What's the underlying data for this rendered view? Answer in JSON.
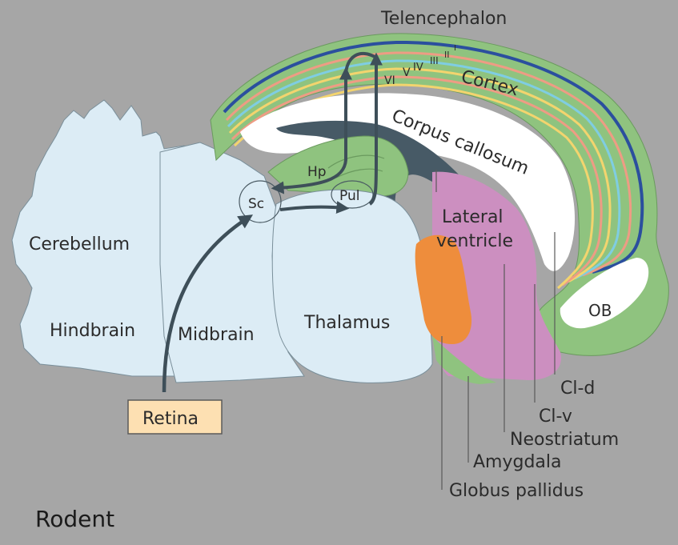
{
  "labels": {
    "telencephalon": "Telencephalon",
    "cortex": "Cortex",
    "corpus_callosum": "Corpus callosum",
    "hp": "Hp",
    "sc": "Sc",
    "pul": "Pul",
    "cerebellum": "Cerebellum",
    "hindbrain": "Hindbrain",
    "midbrain": "Midbrain",
    "thalamus": "Thalamus",
    "lateral_ventricle_1": "Lateral",
    "lateral_ventricle_2": "ventricle",
    "ob": "OB",
    "cl_d": "Cl-d",
    "cl_v": "Cl-v",
    "neostriatum": "Neostriatum",
    "amygdala": "Amygdala",
    "globus_pallidus": "Globus pallidus",
    "retina": "Retina"
  },
  "cortical_layers": [
    "VI",
    "V",
    "IV",
    "III",
    "II",
    "I"
  ],
  "caption": "Rodent",
  "colors": {
    "background": "#a6a6a6",
    "brainstem": "#dcecf5",
    "cortex_green": "#8fc37f",
    "striatum_pink": "#cc8fc0",
    "amygdala_orange": "#ee8d3c",
    "ventricle_dark": "#475a66",
    "retina_box": "#fde0b2",
    "layer_blue": "#2b4f9e",
    "layer_yellow": "#f3d46e",
    "layer_salmon": "#ee9c84",
    "layer_cyan": "#7fcde2"
  }
}
